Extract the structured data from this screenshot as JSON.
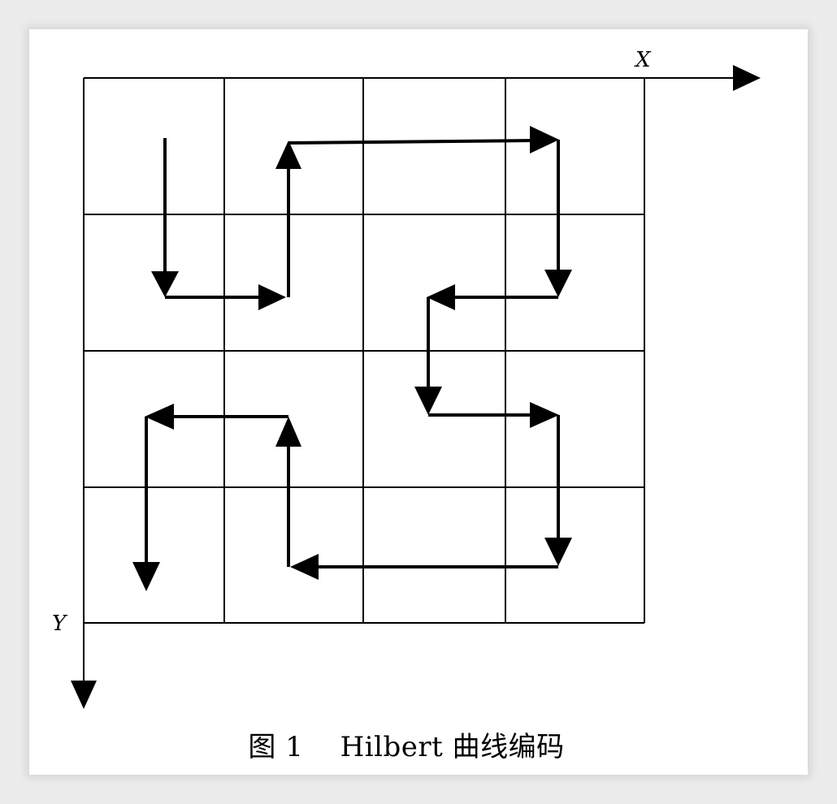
{
  "figure": {
    "x_axis_label": "X",
    "y_axis_label": "Y",
    "caption": "图 1    Hilbert 曲线编码",
    "line_color": "#000000",
    "background_color": "#ffffff"
  }
}
